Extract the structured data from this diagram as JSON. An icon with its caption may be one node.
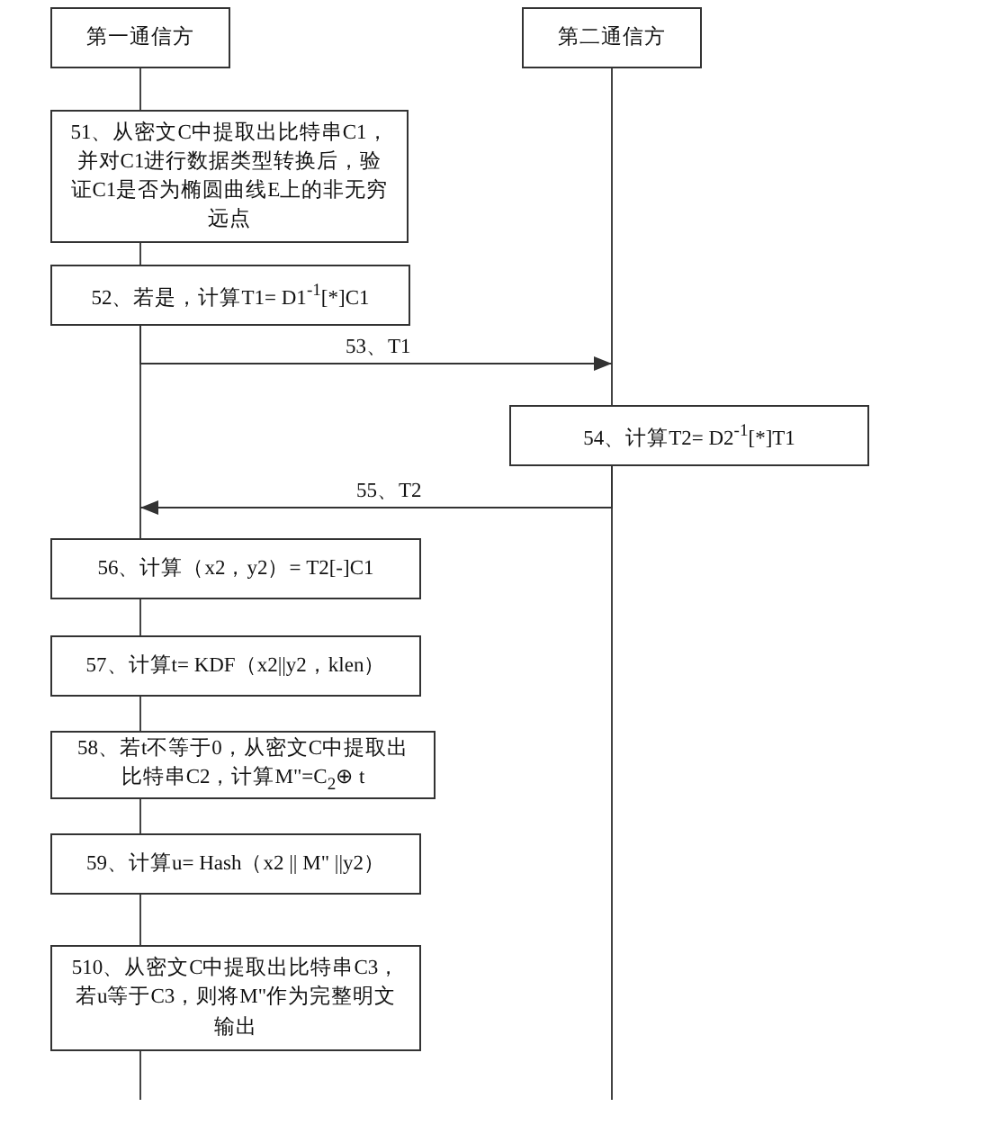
{
  "diagram": {
    "nodes": [
      {
        "text": [
          "第一通信方"
        ]
      },
      {
        "text": [
          "第二通信方"
        ]
      },
      {
        "text": [
          "51、从密文C中提取出比特串C1，并对C1进行数据类型转换后，验证C1是否为椭圆曲线E上的非无穷远点"
        ]
      },
      {
        "text": [
          "52、若是，计算T1= D1$^{-1}$[*]C1"
        ]
      },
      {
        "text": [
          "54、计算T2= D2$^{-1}$[*]T1"
        ]
      },
      {
        "text": [
          "56、计算（x2，y2）= T2[-]C1"
        ]
      },
      {
        "text": [
          "57、计算t= KDF（x2||y2，klen）"
        ]
      },
      {
        "text": [
          "58、若t不等于0，从密文C中提取出比特串C2，计算M\"=C$_{2}$⊕ t"
        ]
      },
      {
        "text": [
          "59、计算u= Hash（x2 || M\" ||y2）"
        ]
      },
      {
        "text": [
          "510、从密文C中提取出比特串C3，若u等于C3，则将M\"作为完整明文输出"
        ]
      }
    ],
    "edges": [
      {
        "from": 3,
        "to": 4,
        "arrow": "to",
        "label": "53、T1"
      },
      {
        "from": 4,
        "to": 5,
        "arrow": "to",
        "label": "55、T2"
      }
    ]
  }
}
